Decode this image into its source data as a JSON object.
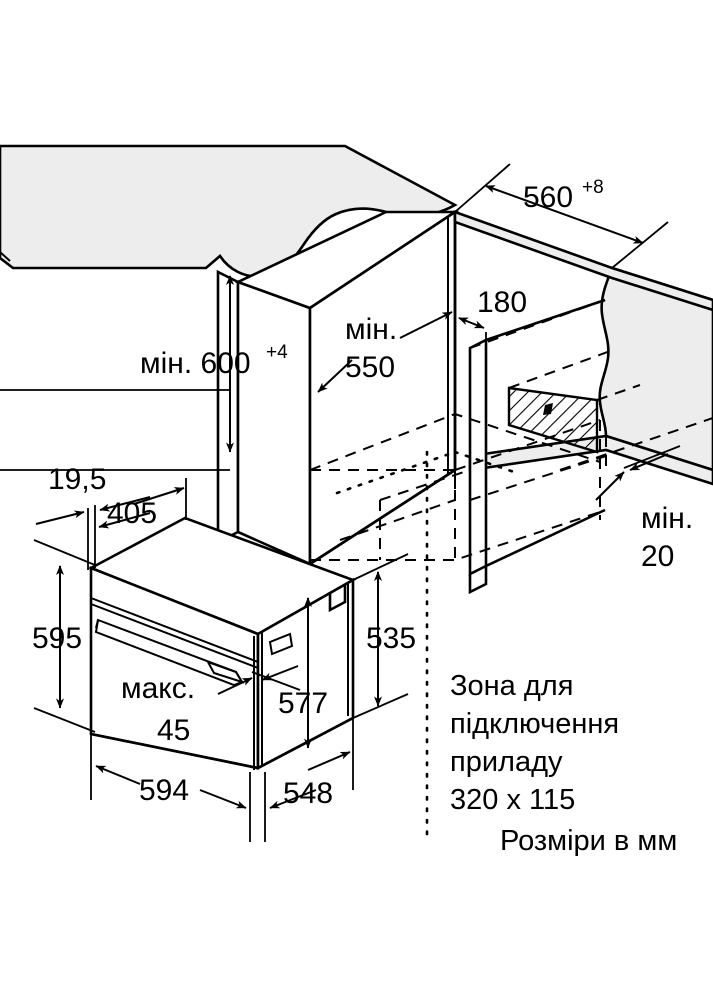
{
  "diagram": {
    "type": "appliance-installation-dimension-drawing",
    "units_note": "Розміри в мм",
    "background_color": "#ffffff",
    "panel_fill_color": "#ededed",
    "line_color": "#000000"
  },
  "dimensions": {
    "niche_depth": {
      "label": "560",
      "sup": "+8",
      "full": "560+8"
    },
    "niche_height": {
      "prefix": "мін.",
      "label": "600",
      "sup": "+4",
      "full": "мін. 600+4"
    },
    "niche_width": {
      "prefix": "мін.",
      "label": "550",
      "full": "мін. 550"
    },
    "offset_180": {
      "label": "180"
    },
    "rear_gap": {
      "prefix": "мін.",
      "label": "20",
      "full": "мін. 20"
    },
    "door_offset": {
      "label": "19,5"
    },
    "top_depth": {
      "label": "405"
    },
    "front_height": {
      "label": "595"
    },
    "body_height": {
      "label": "535"
    },
    "body_depth_inner": {
      "label": "577"
    },
    "front_width": {
      "label": "594"
    },
    "body_depth": {
      "label": "548"
    },
    "handle_max": {
      "prefix": "макс.",
      "label": "45",
      "full": "макс. 45"
    }
  },
  "labels": {
    "dim_560": "560",
    "dim_560_sup": "+8",
    "dim_min_600_prefix": "мін. 600",
    "dim_600_sup": "+4",
    "dim_min_line1": "мін.",
    "dim_min_550": "550",
    "dim_180": "180",
    "dim_min_20_line1": "мін.",
    "dim_min_20_line2": "20",
    "dim_19_5": "19,5",
    "dim_405": "405",
    "dim_595": "595",
    "dim_535": "535",
    "dim_577": "577",
    "dim_594": "594",
    "dim_548": "548",
    "maks_line1": "макс.",
    "maks_line2": "45"
  },
  "notes": {
    "connection_zone_line1": "Зона для",
    "connection_zone_line2": "підключення",
    "connection_zone_line3": "приладу",
    "connection_zone_line4": "320 x 115",
    "units": "Розміри в мм"
  }
}
